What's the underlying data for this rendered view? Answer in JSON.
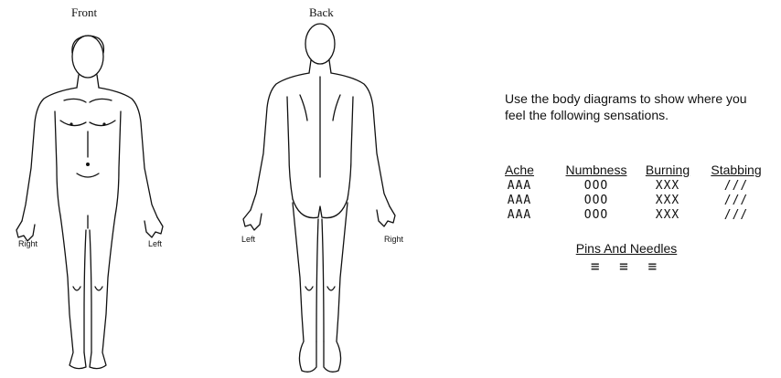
{
  "front": {
    "title": "Front",
    "right_label": "Right",
    "left_label": "Left"
  },
  "back": {
    "title": "Back",
    "left_label": "Left",
    "right_label": "Right"
  },
  "instructions": "Use the body diagrams to show  where you\nfeel the following sensations.",
  "legend": {
    "columns": [
      {
        "header": "Ache",
        "symbols": [
          "AAA",
          "AAA",
          "AAA"
        ]
      },
      {
        "header": "Numbness",
        "symbols": [
          "OOO",
          "OOO",
          "OOO"
        ]
      },
      {
        "header": "Burning",
        "symbols": [
          "XXX",
          "XXX",
          "XXX"
        ]
      },
      {
        "header": "Stabbing",
        "symbols": [
          "///",
          "///",
          "///"
        ]
      }
    ],
    "pins_and_needles": {
      "header": "Pins And Needles",
      "symbol": "≡ ≡ ≡"
    }
  }
}
